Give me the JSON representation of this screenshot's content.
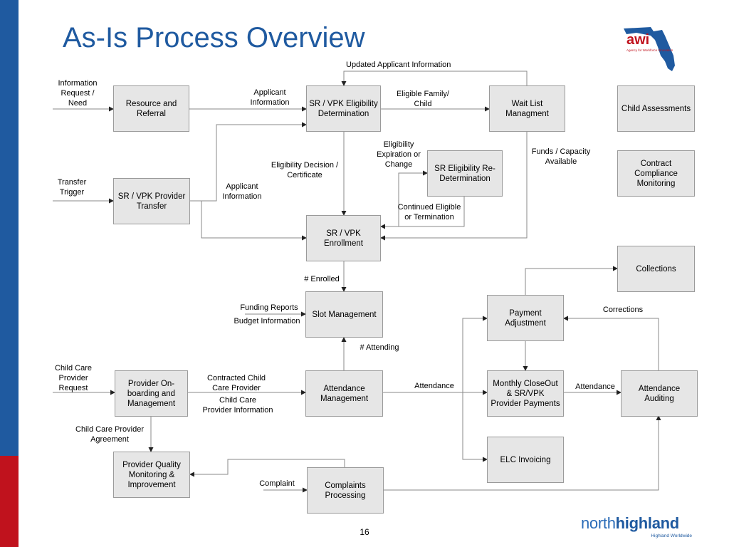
{
  "slide": {
    "title": "As-Is Process Overview",
    "page_number": "16",
    "logos": {
      "awi": {
        "text": "awi",
        "tagline": "Agency for Workforce Innovation"
      },
      "northhighland": {
        "name_part1": "north",
        "name_part2": "highland",
        "tagline": "Highland Worldwide"
      }
    }
  },
  "boxes": {
    "resource_referral": "Resource and\nReferral",
    "sr_vpk_elig": "SR / VPK Eligibility\nDetermination",
    "wait_list": "Wait List\nManagment",
    "child_assess": "Child Assessments",
    "sr_elig_redet": "SR Eligibility Re-\nDetermination",
    "contract_compliance": "Contract\nCompliance\nMonitoring",
    "provider_transfer": "SR / VPK Provider\nTransfer",
    "enrollment": "SR / VPK\nEnrollment",
    "collections": "Collections",
    "slot_mgmt": "Slot Management",
    "payment_adj": "Payment\nAdjustment",
    "provider_onboard": "Provider On-\nboarding and\nManagement",
    "attendance_mgmt": "Attendance\nManagement",
    "monthly_closeout": "Monthly CloseOut\n& SR/VPK\nProvider Payments",
    "attendance_audit": "Attendance\nAuditing",
    "elc_invoicing": "ELC Invoicing",
    "provider_quality": "Provider Quality\nMonitoring &\nImprovement",
    "complaints": "Complaints\nProcessing"
  },
  "labels": {
    "updated_applicant": "Updated Applicant Information",
    "info_request": "Information\nRequest /\nNeed",
    "applicant_info_1": "Applicant\nInformation",
    "eligible_family": "Eligible Family/\nChild",
    "elig_expiration": "Eligibility\nExpiration or\nChange",
    "funds_capacity": "Funds / Capacity\nAvailable",
    "elig_decision": "Eligibility Decision /\nCertificate",
    "transfer_trigger": "Transfer\nTrigger",
    "applicant_info_2": "Applicant\nInformation",
    "continued_eligible": "Continued Eligible\nor Termination",
    "enrolled": "# Enrolled",
    "funding_reports": "Funding Reports",
    "budget_info": "Budget Information",
    "corrections": "Corrections",
    "attending": "# Attending",
    "child_care_request": "Child Care\nProvider\nRequest",
    "contracted_provider": "Contracted Child\nCare Provider",
    "provider_info": "Child Care\nProvider Information",
    "attendance_1": "Attendance",
    "attendance_2": "Attendance",
    "provider_agreement": "Child Care Provider\nAgreement",
    "complaint": "Complaint"
  }
}
